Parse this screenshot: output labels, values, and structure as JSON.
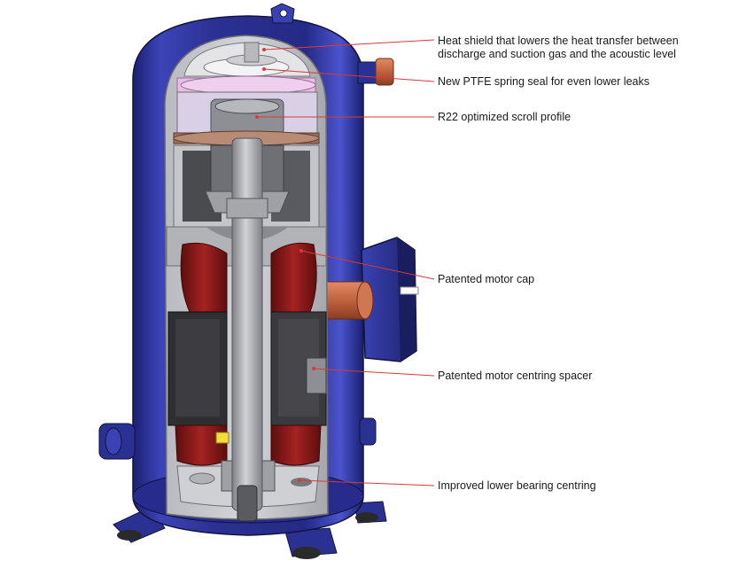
{
  "colors": {
    "shell": "#2b3192",
    "shell_highlight": "#5a63d6",
    "shell_dark": "#161a5c",
    "cutaway_interior": "#c9c9cd",
    "motor_winding": "#8b1a1a",
    "stator": "#2f2f2f",
    "shaft": "#a9aaad",
    "copper": "#c0623e",
    "ptfe_seal": "#e7bfe6",
    "leader_line": "#d83a3a"
  },
  "callouts": [
    {
      "id": "heat-shield",
      "lines": [
        "Heat shield that lowers the heat transfer between",
        "discharge and suction gas and the acoustic level"
      ]
    },
    {
      "id": "ptfe-seal",
      "lines": [
        "New PTFE spring seal for even lower leaks"
      ]
    },
    {
      "id": "scroll-profile",
      "lines": [
        "R22 optimized scroll profile"
      ]
    },
    {
      "id": "motor-cap",
      "lines": [
        "Patented motor cap"
      ]
    },
    {
      "id": "centring-spacer",
      "lines": [
        "Patented motor centring spacer"
      ]
    },
    {
      "id": "lower-bearing",
      "lines": [
        "Improved lower bearing centring"
      ]
    }
  ]
}
